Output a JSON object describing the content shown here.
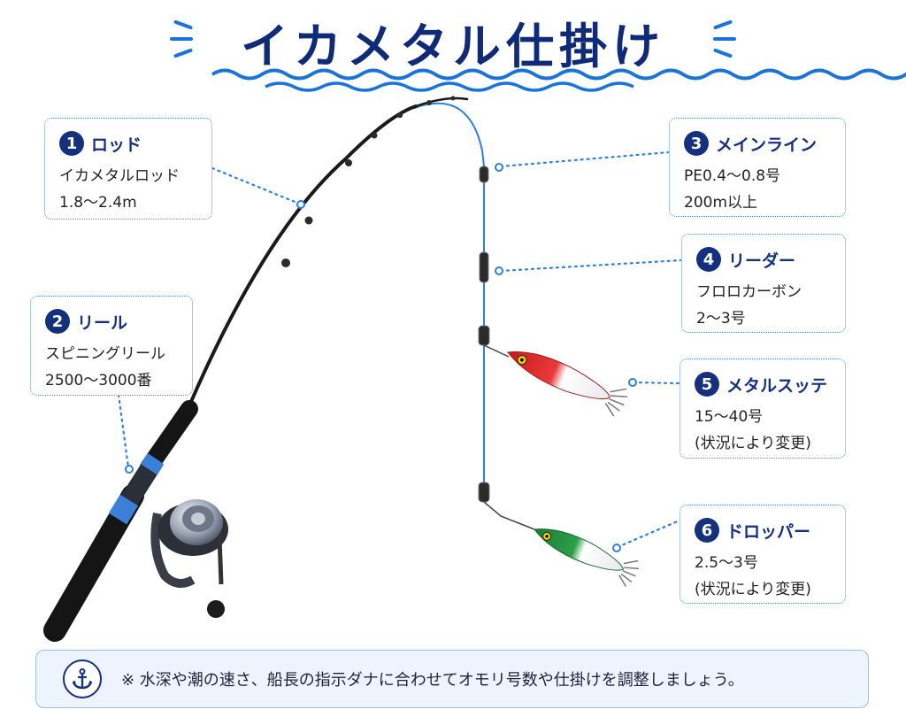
{
  "title": "イカメタル仕掛け",
  "colors": {
    "navy": "#15307d",
    "accent": "#1a73d9",
    "leader_line": "#2f7fe0"
  },
  "callouts": [
    {
      "num": "1",
      "title": "ロッド",
      "lines": [
        "イカメタルロッド",
        "1.8〜2.4m"
      ]
    },
    {
      "num": "2",
      "title": "リール",
      "lines": [
        "スピニングリール",
        "2500〜3000番"
      ]
    },
    {
      "num": "3",
      "title": "メインライン",
      "lines": [
        "PE0.4〜0.8号",
        "200m以上"
      ]
    },
    {
      "num": "4",
      "title": "リーダー",
      "lines": [
        "フロロカーボン",
        "2〜3号"
      ]
    },
    {
      "num": "5",
      "title": "メタルスッテ",
      "lines": [
        "15〜40号",
        "(状況により変更)"
      ]
    },
    {
      "num": "6",
      "title": "ドロッパー",
      "lines": [
        "2.5〜3号",
        "(状況により変更)"
      ]
    }
  ],
  "footer": {
    "icon": "anchor-icon",
    "text": "※ 水深や潮の速さ、船長の指示ダナに合わせてオモリ号数や仕掛けを調整しましょう。"
  },
  "illustration": {
    "rod": "fishing-rod",
    "reel": "spinning-reel",
    "swivels": "swivel-icon",
    "main_sutte_colors": [
      "#d11f1f",
      "#ffffff"
    ],
    "dropper_colors": [
      "#1f8a3a",
      "#ffffff"
    ]
  }
}
